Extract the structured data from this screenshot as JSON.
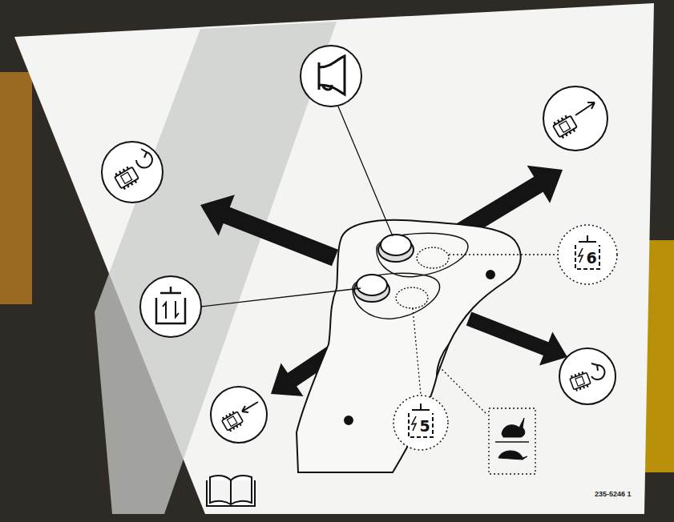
{
  "diagram": {
    "nodes": [
      {
        "text": [
          "6"
        ]
      },
      {
        "text": [
          "5"
        ]
      }
    ],
    "labels": [
      "235-5246 1"
    ]
  }
}
